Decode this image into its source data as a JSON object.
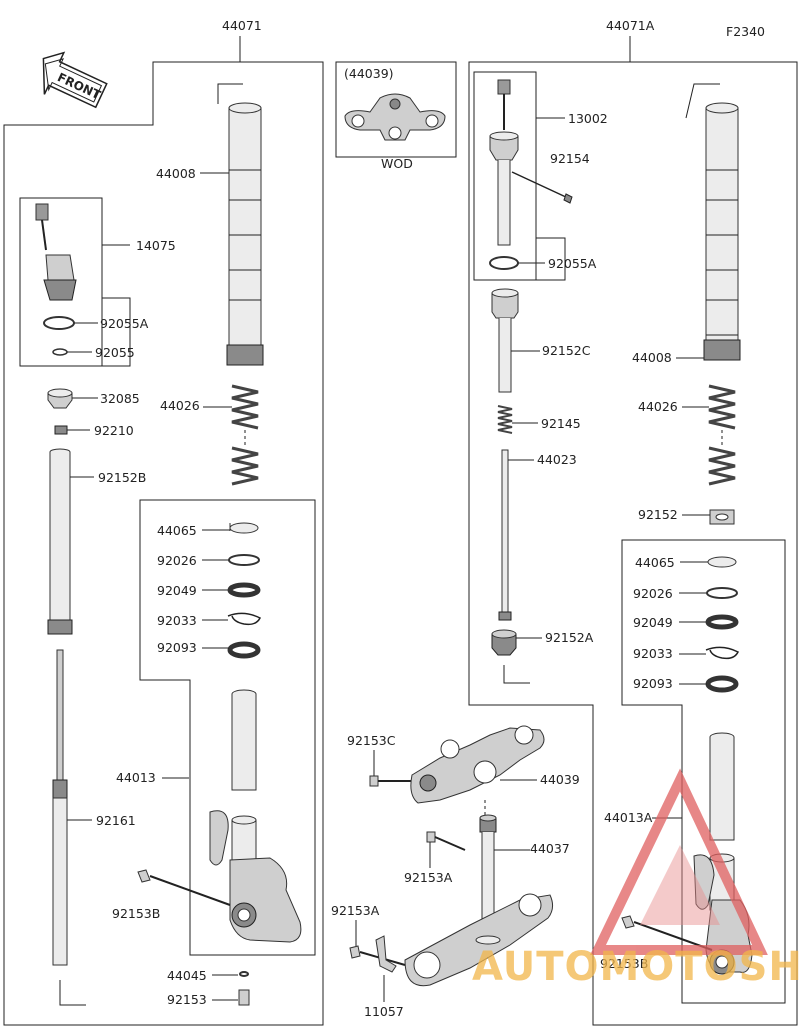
{
  "diagram": {
    "code": "F2340",
    "front_label": "FRONT",
    "wod_note": "WOD",
    "watermark": "AUTOMOTOSHUB",
    "parts": {
      "p44071": "44071",
      "p44071A": "44071A",
      "p44039_box": "(44039)",
      "p44008_l": "44008",
      "p14075": "14075",
      "p92055A_l": "92055A",
      "p92055": "92055",
      "p32085": "32085",
      "p92210": "92210",
      "p92152B": "92152B",
      "p44026_l": "44026",
      "p44065_l": "44065",
      "p92026_l": "92026",
      "p92049_l": "92049",
      "p92033_l": "92033",
      "p92093_l": "92093",
      "p44013": "44013",
      "p92161": "92161",
      "p92153B_l": "92153B",
      "p44045": "44045",
      "p92153": "92153",
      "p13002": "13002",
      "p92154": "92154",
      "p92055A_r": "92055A",
      "p92152C": "92152C",
      "p92145": "92145",
      "p44023": "44023",
      "p92152A": "92152A",
      "p92153C": "92153C",
      "p44039": "44039",
      "p44037": "44037",
      "p92153A_a": "92153A",
      "p92153A_b": "92153A",
      "p11057": "11057",
      "p44008_r": "44008",
      "p44026_r": "44026",
      "p92152": "92152",
      "p44065_r": "44065",
      "p92026_r": "92026",
      "p92049_r": "92049",
      "p92033_r": "92033",
      "p92093_r": "92093",
      "p44013A": "44013A",
      "p92153B_r": "92153B"
    }
  }
}
